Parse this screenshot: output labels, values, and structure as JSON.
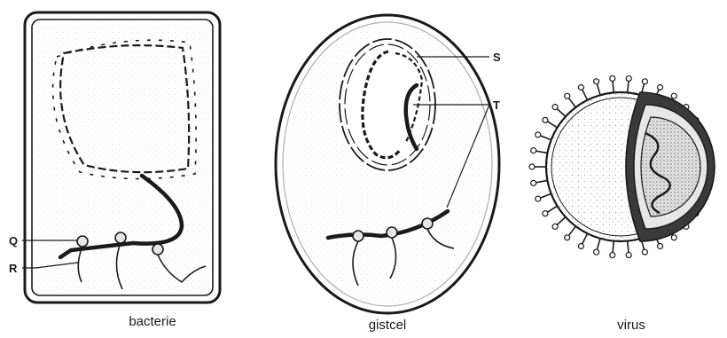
{
  "captions": {
    "bacterium": "bacterie",
    "yeast": "gistcel",
    "virus": "virus"
  },
  "labels": {
    "Q": "Q",
    "R": "R",
    "S": "S",
    "T": "T"
  },
  "colors": {
    "ink": "#1a1a1a",
    "shade": "#c9c9c9",
    "dark_fill": "#3a3a3a",
    "light_fill": "#e6e6e6"
  }
}
